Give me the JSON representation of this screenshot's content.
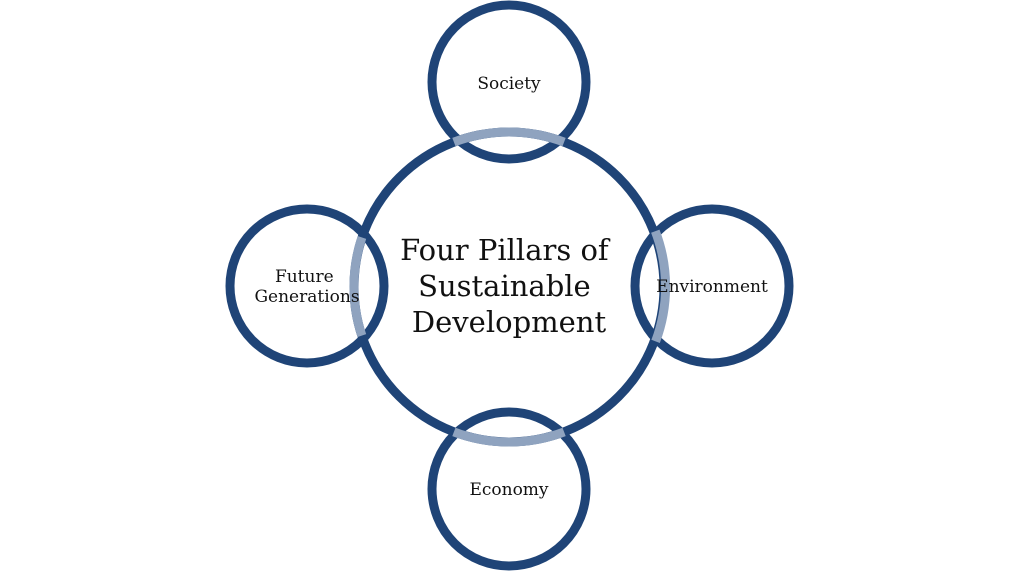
{
  "center": {
    "title_lines": [
      "Four Pillars of",
      "Sustainable",
      "Development"
    ]
  },
  "pillars": {
    "top": {
      "label_lines": [
        "Society"
      ]
    },
    "right": {
      "label_lines": [
        "Environment"
      ]
    },
    "bottom": {
      "label_lines": [
        "Economy"
      ]
    },
    "left": {
      "label_lines": [
        "Future",
        "Generations"
      ]
    }
  },
  "colors": {
    "ring": "#1f4477",
    "overlap": "#8fa3bf",
    "text": "#111111",
    "background": "#ffffff"
  }
}
